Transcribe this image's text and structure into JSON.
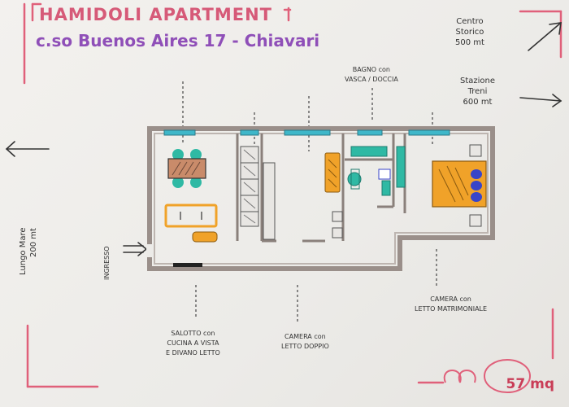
{
  "title": "HAMIDOLI APARTMENT",
  "address": "c.so Buenos Aires 17 - Chiavari",
  "landmarks": {
    "centro": [
      "Centro",
      "Storico",
      "500 mt"
    ],
    "stazione": [
      "Stazione",
      "Treni",
      "600 mt"
    ],
    "lungomare": [
      "Lungo Mare",
      "200 mt"
    ]
  },
  "labels": {
    "bagno": [
      "BAGNO con",
      "VASCA / DOCCIA"
    ],
    "ingresso": "INGRESSO",
    "salotto": [
      "SALOTTO con",
      "CUCINA A VISTA",
      "E DIVANO LETTO"
    ],
    "camera_doppia": [
      "CAMERA con",
      "LETTO DOPPIO"
    ],
    "camera_matrimoniale": [
      "CAMERA con",
      "LETTO MATRIMONIALE"
    ]
  },
  "area": "57 mq",
  "colors": {
    "border": "#e0607a",
    "title": "#d65a78",
    "subtitle": "#8f4fb8",
    "wall": "#9a8f8a",
    "furniture_orange": "#f0a229",
    "teal": "#2fb9a4",
    "window": "#3fb7c9",
    "blue_pillows": "#3845c9"
  },
  "icons": [
    "arrow-left-icon",
    "arrow-up-right-icon",
    "arrow-right-icon",
    "entrance-arrow-icon"
  ]
}
